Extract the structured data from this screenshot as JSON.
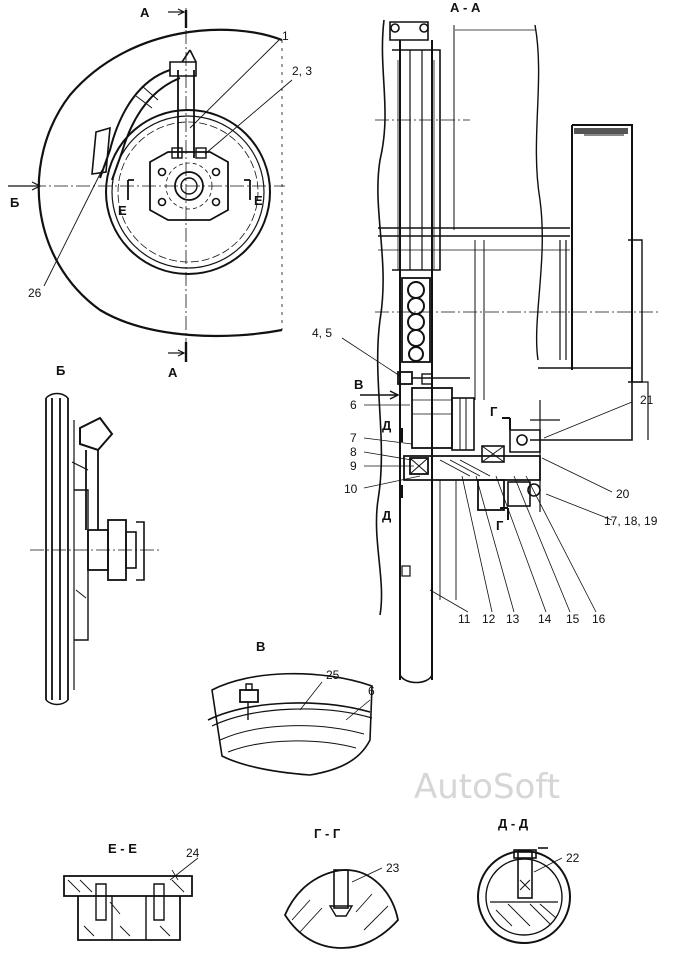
{
  "views": {
    "top_left": {
      "cut_a_top": "А",
      "cut_a_bottom": "А",
      "cut_b": "Б",
      "e_left": "Е",
      "e_right": "Е"
    },
    "section_aa": {
      "title": "А - А",
      "g_top": "Г",
      "g_bottom": "Г",
      "d_top": "Д",
      "d_bottom": "Д",
      "v_arrow": "В"
    },
    "view_b": {
      "title": "Б"
    },
    "view_v": {
      "title": "В"
    },
    "section_ee": {
      "title": "Е - Е"
    },
    "section_gg": {
      "title": "Г - Г"
    },
    "section_dd": {
      "title": "Д - Д"
    }
  },
  "callouts": {
    "c1": "1",
    "c23": "2, 3",
    "c26": "26",
    "c45": "4, 5",
    "c6": "6",
    "c7": "7",
    "c8": "8",
    "c9": "9",
    "c10": "10",
    "c21": "21",
    "c20": "20",
    "c171819": "17, 18, 19",
    "c11": "11",
    "c12": "12",
    "c13": "13",
    "c14": "14",
    "c15": "15",
    "c16": "16",
    "c25": "25",
    "c6b": "6",
    "c24": "24",
    "c23b": "23",
    "c22": "22"
  },
  "watermark": "AutoSoft"
}
